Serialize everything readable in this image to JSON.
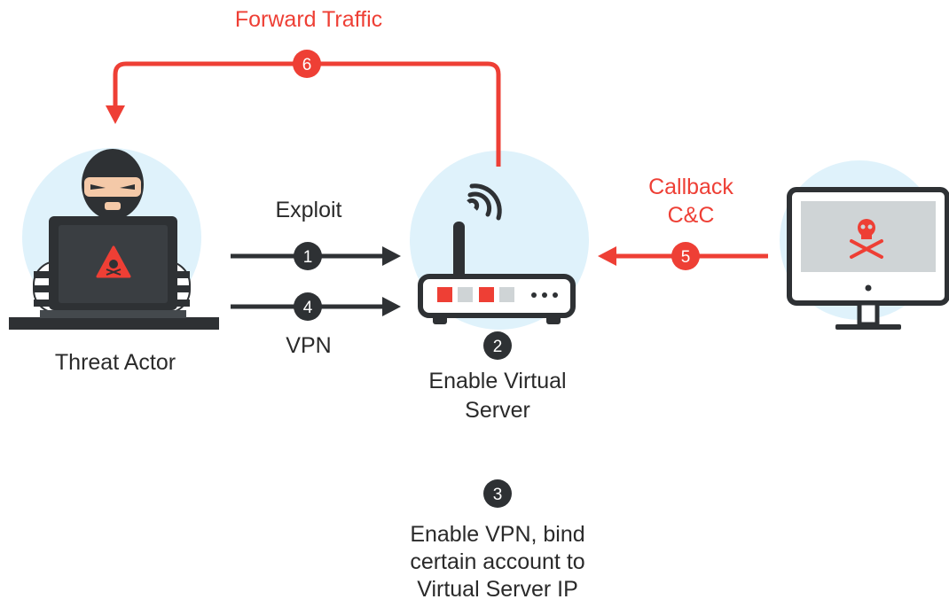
{
  "colors": {
    "accent_red": "#ee3f35",
    "dark": "#2e3134",
    "light_blue": "#dff2fb",
    "screen_gray": "#cfd4d6"
  },
  "labels": {
    "forward_traffic": "Forward Traffic",
    "exploit": "Exploit",
    "vpn": "VPN",
    "callback_line1": "Callback",
    "callback_line2": "C&C",
    "threat_actor": "Threat Actor",
    "enable_virtual_line1": "Enable Virtual",
    "enable_virtual_line2": "Server",
    "step3_line1": "Enable VPN, bind",
    "step3_line2": "certain account to",
    "step3_line3": "Virtual Server IP"
  },
  "steps": {
    "s1": "1",
    "s2": "2",
    "s3": "3",
    "s4": "4",
    "s5": "5",
    "s6": "6"
  },
  "icons": {
    "threat_actor": "hacker-with-laptop-icon",
    "router": "wifi-router-icon",
    "victim": "infected-monitor-icon"
  }
}
